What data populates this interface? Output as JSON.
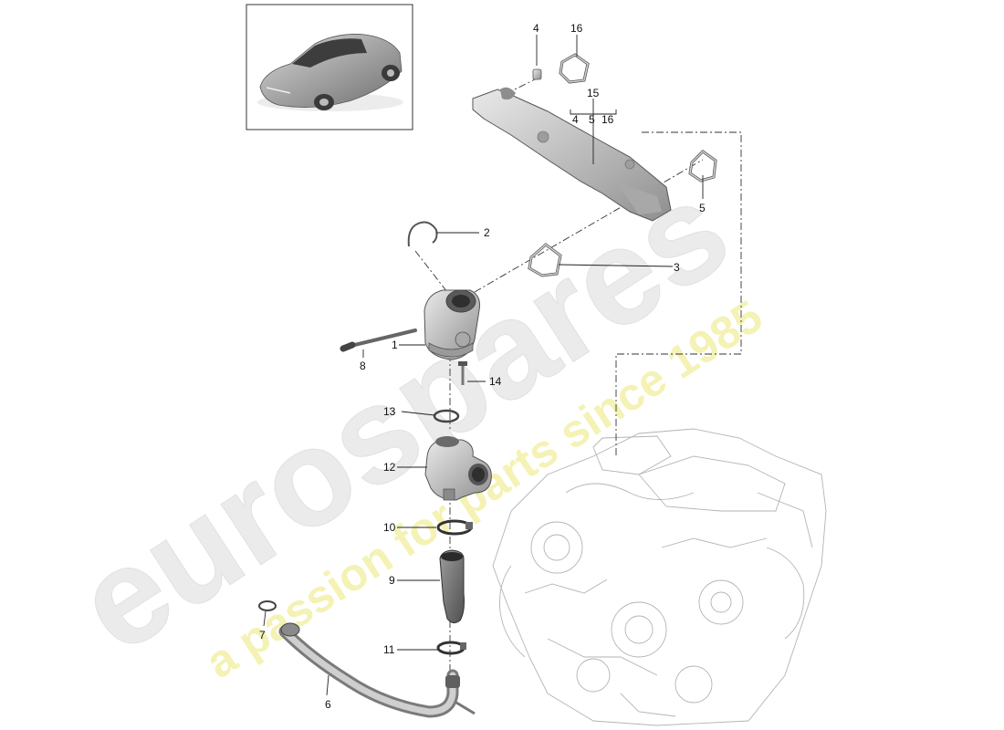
{
  "watermark": {
    "brand": "eurospares",
    "tagline": "a passion for parts since 1985",
    "brand_color": "#e6e6e6",
    "tagline_color": "#f3f0a8"
  },
  "callouts": {
    "c1": "1",
    "c2": "2",
    "c3": "3",
    "c4": "4",
    "c5": "5",
    "c6": "6",
    "c7": "7",
    "c8": "8",
    "c9": "9",
    "c10": "10",
    "c11": "11",
    "c12": "12",
    "c13": "13",
    "c14": "14",
    "c15": "15",
    "c16": "16",
    "g4": "4",
    "g5": "5",
    "g16": "16"
  },
  "icons": {
    "vehicle": "car-thumbnail-icon",
    "engine": "engine-block-icon"
  }
}
